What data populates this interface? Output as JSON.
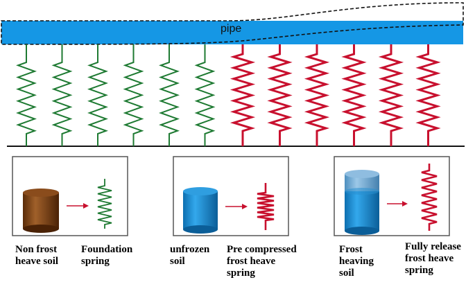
{
  "pipe": {
    "label": "pipe",
    "fill_color": "#1597e5"
  },
  "colors": {
    "foundation_spring": "#1e7a32",
    "frost_spring": "#c8102e",
    "brown_cylinder": "#7a3f12",
    "blue_cylinder": "#1a8fd6",
    "arrow": "#c8102e"
  },
  "springs": {
    "foundation_count": 6,
    "frost_count": 6
  },
  "legend": [
    {
      "material_label": [
        "Non frost",
        "heave soil"
      ],
      "spring_label": [
        "Foundation",
        "spring"
      ],
      "material": "brown-cylinder",
      "spring": "foundation"
    },
    {
      "material_label": [
        "unfrozen",
        "soil"
      ],
      "spring_label": [
        "Pre compressed",
        "frost heave",
        "spring"
      ],
      "material": "blue-cylinder",
      "spring": "pre-compressed-frost"
    },
    {
      "material_label": [
        "Frost",
        "heaving",
        "soil"
      ],
      "spring_label": [
        "Fully release",
        "frost heave",
        "spring"
      ],
      "material": "two-tone-blue-cylinder",
      "spring": "released-frost"
    }
  ]
}
